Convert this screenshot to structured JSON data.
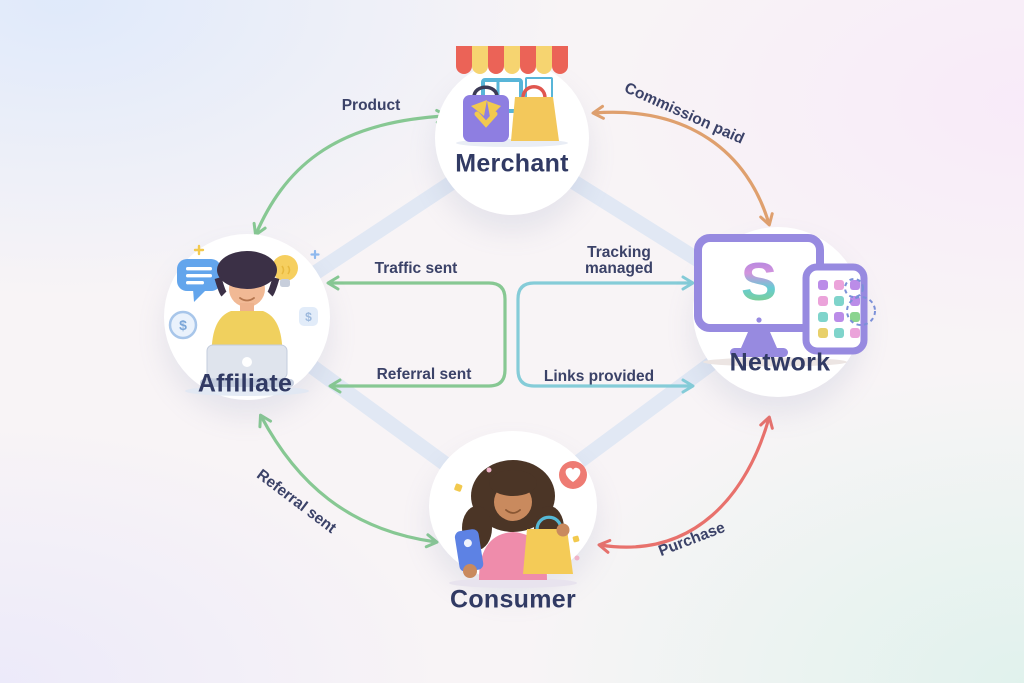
{
  "diagram": {
    "type": "flow-diagram",
    "topic": "affiliate-marketing-ecosystem",
    "nodes": {
      "merchant": {
        "label": "Merchant",
        "icon": "storefront-bags-illustration"
      },
      "affiliate": {
        "label": "Affiliate",
        "icon": "person-at-laptop-illustration"
      },
      "network": {
        "label": "Network",
        "icon": "monitor-tablet-illustration"
      },
      "consumer": {
        "label": "Consumer",
        "icon": "shopper-with-bag-illustration"
      }
    },
    "edges": {
      "product": {
        "label": "Product",
        "between": [
          "affiliate",
          "merchant"
        ],
        "arrows": "both",
        "color": "#87c893"
      },
      "commission_paid": {
        "label": "Commission paid",
        "between": [
          "merchant",
          "network"
        ],
        "arrows": "both",
        "color": "#dfa06e"
      },
      "traffic_sent": {
        "label": "Traffic sent",
        "between": [
          "network",
          "affiliate"
        ],
        "arrows": "toward-affiliate",
        "color": "#87c893"
      },
      "referral_sent_middle": {
        "label": "Referral sent",
        "between": [
          "network",
          "affiliate"
        ],
        "arrows": "toward-affiliate",
        "color": "#87c893"
      },
      "tracking_managed": {
        "label": "Tracking managed",
        "line1": "Tracking",
        "line2": "managed",
        "between": [
          "affiliate",
          "network"
        ],
        "arrows": "toward-network",
        "color": "#85ccd8"
      },
      "links_provided": {
        "label": "Links provided",
        "between": [
          "affiliate",
          "network"
        ],
        "arrows": "toward-network",
        "color": "#85ccd8"
      },
      "referral_sent": {
        "label": "Referral sent",
        "between": [
          "affiliate",
          "consumer"
        ],
        "arrows": "both",
        "color": "#87c893"
      },
      "purchase": {
        "label": "Purchase",
        "between": [
          "consumer",
          "network"
        ],
        "arrows": "both",
        "color": "#e8716c"
      }
    },
    "colors": {
      "green_arrow": "#87c893",
      "teal_arrow": "#85ccd8",
      "orange_arrow": "#dfa06e",
      "red_arrow": "#e8716c",
      "connector_band": "#dce6f4",
      "label_text": "#313a64"
    }
  }
}
